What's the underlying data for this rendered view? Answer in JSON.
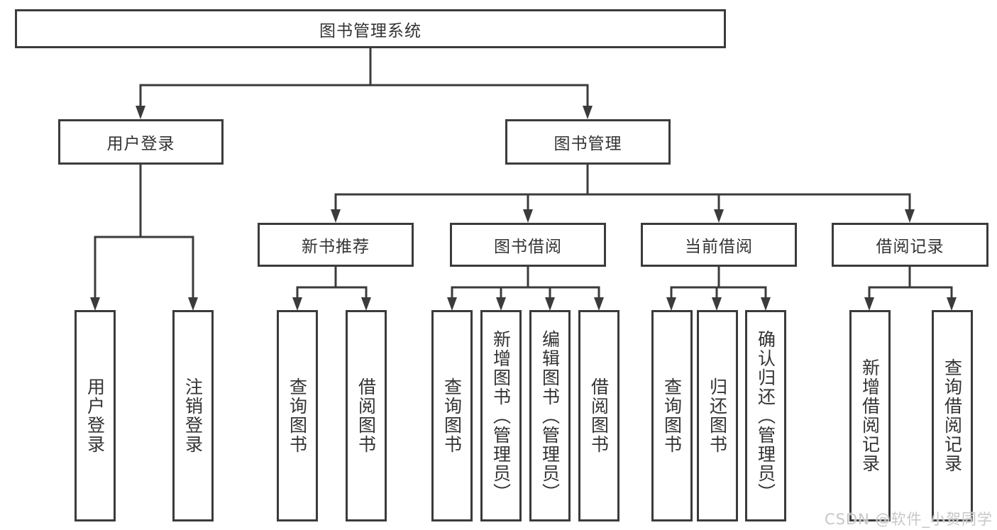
{
  "tree": {
    "root": {
      "label": "图书管理系统"
    },
    "children": [
      {
        "label": "用户登录",
        "children": [
          {
            "label": "用户登录"
          },
          {
            "label": "注销登录"
          }
        ]
      },
      {
        "label": "图书管理",
        "children": [
          {
            "label": "新书推荐",
            "children": [
              {
                "label": "查询图书"
              },
              {
                "label": "借阅图书"
              }
            ]
          },
          {
            "label": "图书借阅",
            "children": [
              {
                "label": "查询图书"
              },
              {
                "label": "新增图书（管理员）"
              },
              {
                "label": "编辑图书（管理员）"
              },
              {
                "label": "借阅图书"
              }
            ]
          },
          {
            "label": "当前借阅",
            "children": [
              {
                "label": "查询图书"
              },
              {
                "label": "归还图书"
              },
              {
                "label": "确认归还（管理员）"
              }
            ]
          },
          {
            "label": "借阅记录",
            "children": [
              {
                "label": "新增借阅记录"
              },
              {
                "label": "查询借阅记录"
              }
            ]
          }
        ]
      }
    ]
  },
  "watermark": {
    "text": "CSDN @软件_小贺同学"
  },
  "colors": {
    "line": "#3b3b3b",
    "box_border": "#3b3b3b",
    "text": "#333333",
    "box_bg": "#ffffff",
    "watermark": "#c7c7c7"
  }
}
